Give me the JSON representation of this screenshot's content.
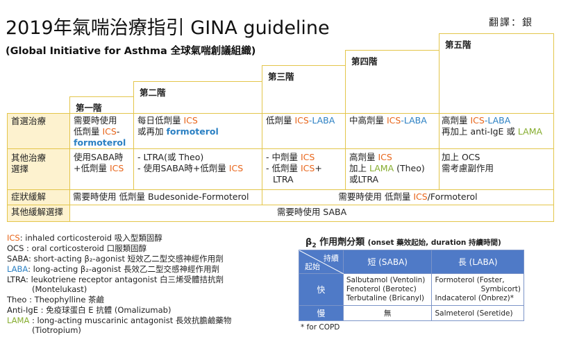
{
  "header": {
    "title": "2019年氣喘治療指引 GINA guideline",
    "subtitle": "(Global Initiative for Asthma 全球氣喘創議組織)",
    "translator": "翻譯：銀"
  },
  "steps": [
    "第一階",
    "第二階",
    "第三階",
    "第四階",
    "第五階"
  ],
  "rows": {
    "preferred": {
      "label": "首選治療",
      "step1": {
        "a": "需要時使用",
        "b": "低劑量 ",
        "c": "ICS",
        "d": "-",
        "e": "formoterol"
      },
      "step2": {
        "a": "每日低劑量 ",
        "b": "ICS",
        "c": "或再加 ",
        "d": "formoterol"
      },
      "step3": {
        "a": "低劑量 ",
        "b": "ICS",
        "c": "-",
        "d": "LABA"
      },
      "step4": {
        "a": "中高劑量 ",
        "b": "ICS",
        "c": "-",
        "d": "LABA"
      },
      "step5": {
        "a": "高劑量 ",
        "b": "ICS",
        "c": "-",
        "d": "LABA",
        "e": "再加上 anti-IgE 或 ",
        "f": "LAMA"
      }
    },
    "other": {
      "label": "其他治療\n選擇",
      "step1": {
        "a": "使用SABA時",
        "b": "+低劑量 ",
        "c": "ICS"
      },
      "step2": {
        "a": "- LTRA(或 Theo)",
        "b": "- 使用SABA時+低劑量 ",
        "c": "ICS"
      },
      "step3": {
        "a": "- 中劑量 ",
        "b": "ICS",
        "c": "- 低劑量 ",
        "d": "ICS",
        "e": "+",
        "f": "LTRA"
      },
      "step4": {
        "a": "高劑量 ",
        "b": "ICS",
        "c": "加上 ",
        "d": "LAMA",
        "e": " (Theo)",
        "f": "或LTRA"
      },
      "step5": {
        "a": "加上 OCS",
        "b": "需考慮副作用"
      }
    },
    "reliever": {
      "label": "症狀緩解",
      "left": "需要時使用 低劑量 Budesonide-Formoterol",
      "right_a": "需要時使用 低劑量 ",
      "right_b": "ICS",
      "right_c": "/Formoterol"
    },
    "other_reliever": {
      "label": "其他緩解選擇",
      "value": "需要時使用 SABA"
    }
  },
  "legend": [
    {
      "abbr": "ICS",
      "text": ": inhaled corticosteroid 吸入型類固醇",
      "color": "#e8651a"
    },
    {
      "abbr": "OCS",
      "text": " : oral corticosteroid 口服類固醇",
      "color": "#222222"
    },
    {
      "abbr": "SABA",
      "text": ": short-acting β₂-agonist 短效乙二型交感神經作用劑",
      "color": "#222222"
    },
    {
      "abbr": "LABA",
      "text": ": long-acting β₂-agonist 長效乙二型交感神經作用劑",
      "color": "#2b80c3"
    },
    {
      "abbr": "LTRA",
      "text": ": leukotriene receptor antagonist 白三烯受體拮抗劑",
      "color": "#222222"
    },
    {
      "abbr": "",
      "text": "(Montelukast)",
      "color": "#222222"
    },
    {
      "abbr": "Theo",
      "text": " : Theophylline 茶鹼",
      "color": "#222222"
    },
    {
      "abbr": "Anti-IgE",
      "text": " : 免疫球蛋白 E 抗體 (Omalizumab)",
      "color": "#222222"
    },
    {
      "abbr": "LAMA",
      "text": " : long-acting muscarinic antagonist 長效抗膽鹼藥物",
      "color": "#86ad2f"
    },
    {
      "abbr": "",
      "text": "(Tiotropium)",
      "color": "#222222"
    }
  ],
  "beta_table": {
    "title_a": "β",
    "title_sub": "2",
    "title_b": " 作用劑分類 ",
    "title_small": "(onset 藥效起始, duration 持續時間)",
    "corner_top": "持續",
    "corner_bottom": "起始",
    "col_short": "短 (SABA)",
    "col_long": "長 (LABA)",
    "row_fast": "快",
    "row_slow": "慢",
    "fast_short": [
      "Salbutamol (Ventolin)",
      "Fenoterol (Berotec)",
      "Terbutaline (Bricanyl)"
    ],
    "fast_long": [
      "Formoterol (Foster,",
      "Symbicort)",
      "Indacaterol (Onbrez)*"
    ],
    "slow_short": "無",
    "slow_long": "Salmeterol (Seretide)",
    "header_color": "#4f7ac7",
    "footnote": "* for COPD"
  },
  "colors": {
    "ics": "#e8651a",
    "laba": "#2b80c3",
    "lama": "#86ad2f",
    "header_fill": "#fdf2cf",
    "grid": "#e3c54a"
  }
}
